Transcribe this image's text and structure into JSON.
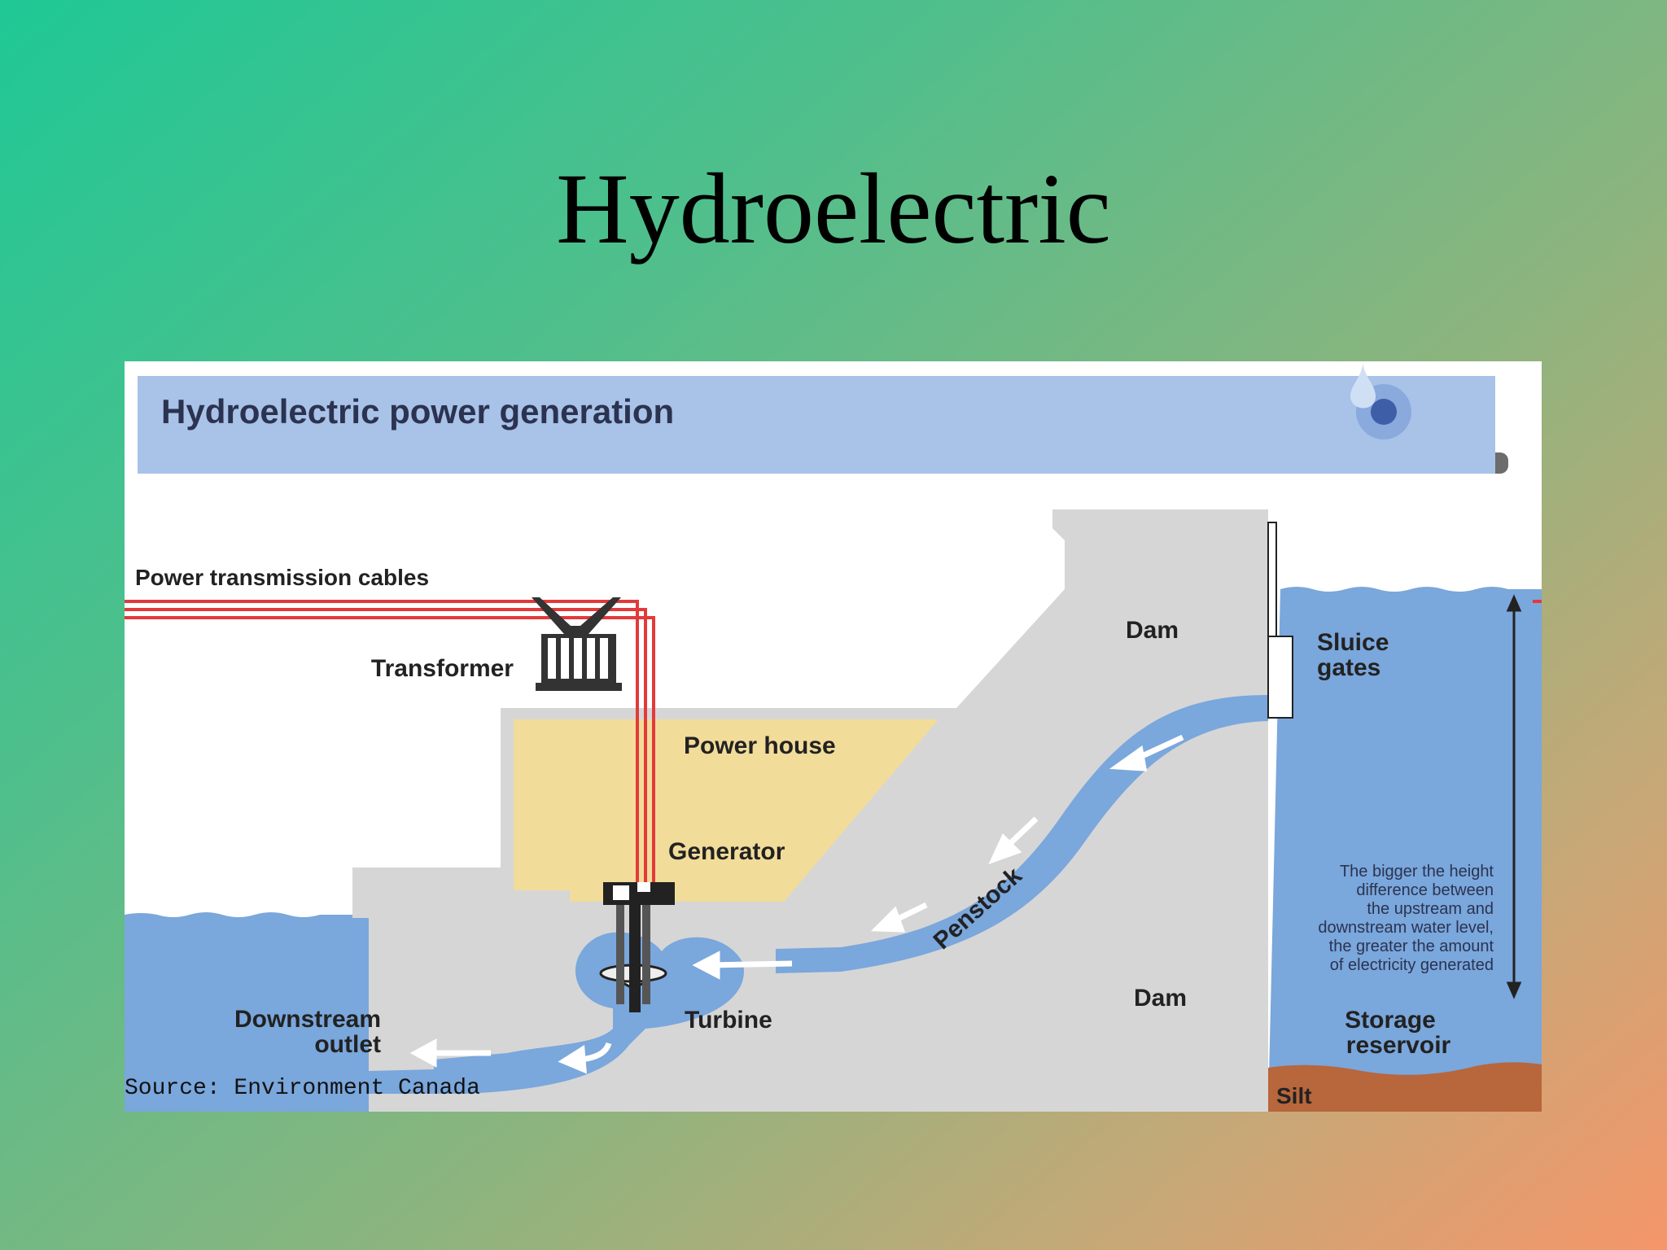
{
  "slide": {
    "title": "Hydroelectric"
  },
  "diagram": {
    "banner_title": "Hydroelectric power generation",
    "labels": {
      "power_cables": "Power transmission cables",
      "transformer": "Transformer",
      "power_house": "Power house",
      "generator": "Generator",
      "penstock": "Penstock",
      "turbine": "Turbine",
      "downstream_outlet": [
        "Downstream",
        "outlet"
      ],
      "dam_top": "Dam",
      "dam_bottom": "Dam",
      "sluice_gates": [
        "Sluice",
        "gates"
      ],
      "storage_reservoir": [
        "Storage",
        "reservoir"
      ],
      "silt": "Silt"
    },
    "height_note": [
      "The bigger the height",
      "difference between",
      "the upstream and",
      "downstream water level,",
      "the greater the amount",
      "of electricity generated"
    ],
    "source": "Source: Environment Canada"
  },
  "colors": {
    "water": "#7aa7dc",
    "banner": "#a9c2e8",
    "dam": "#d6d6d6",
    "power_house": "#f2dc9a",
    "cables": "#e23a3a",
    "silt": "#b8663c"
  }
}
